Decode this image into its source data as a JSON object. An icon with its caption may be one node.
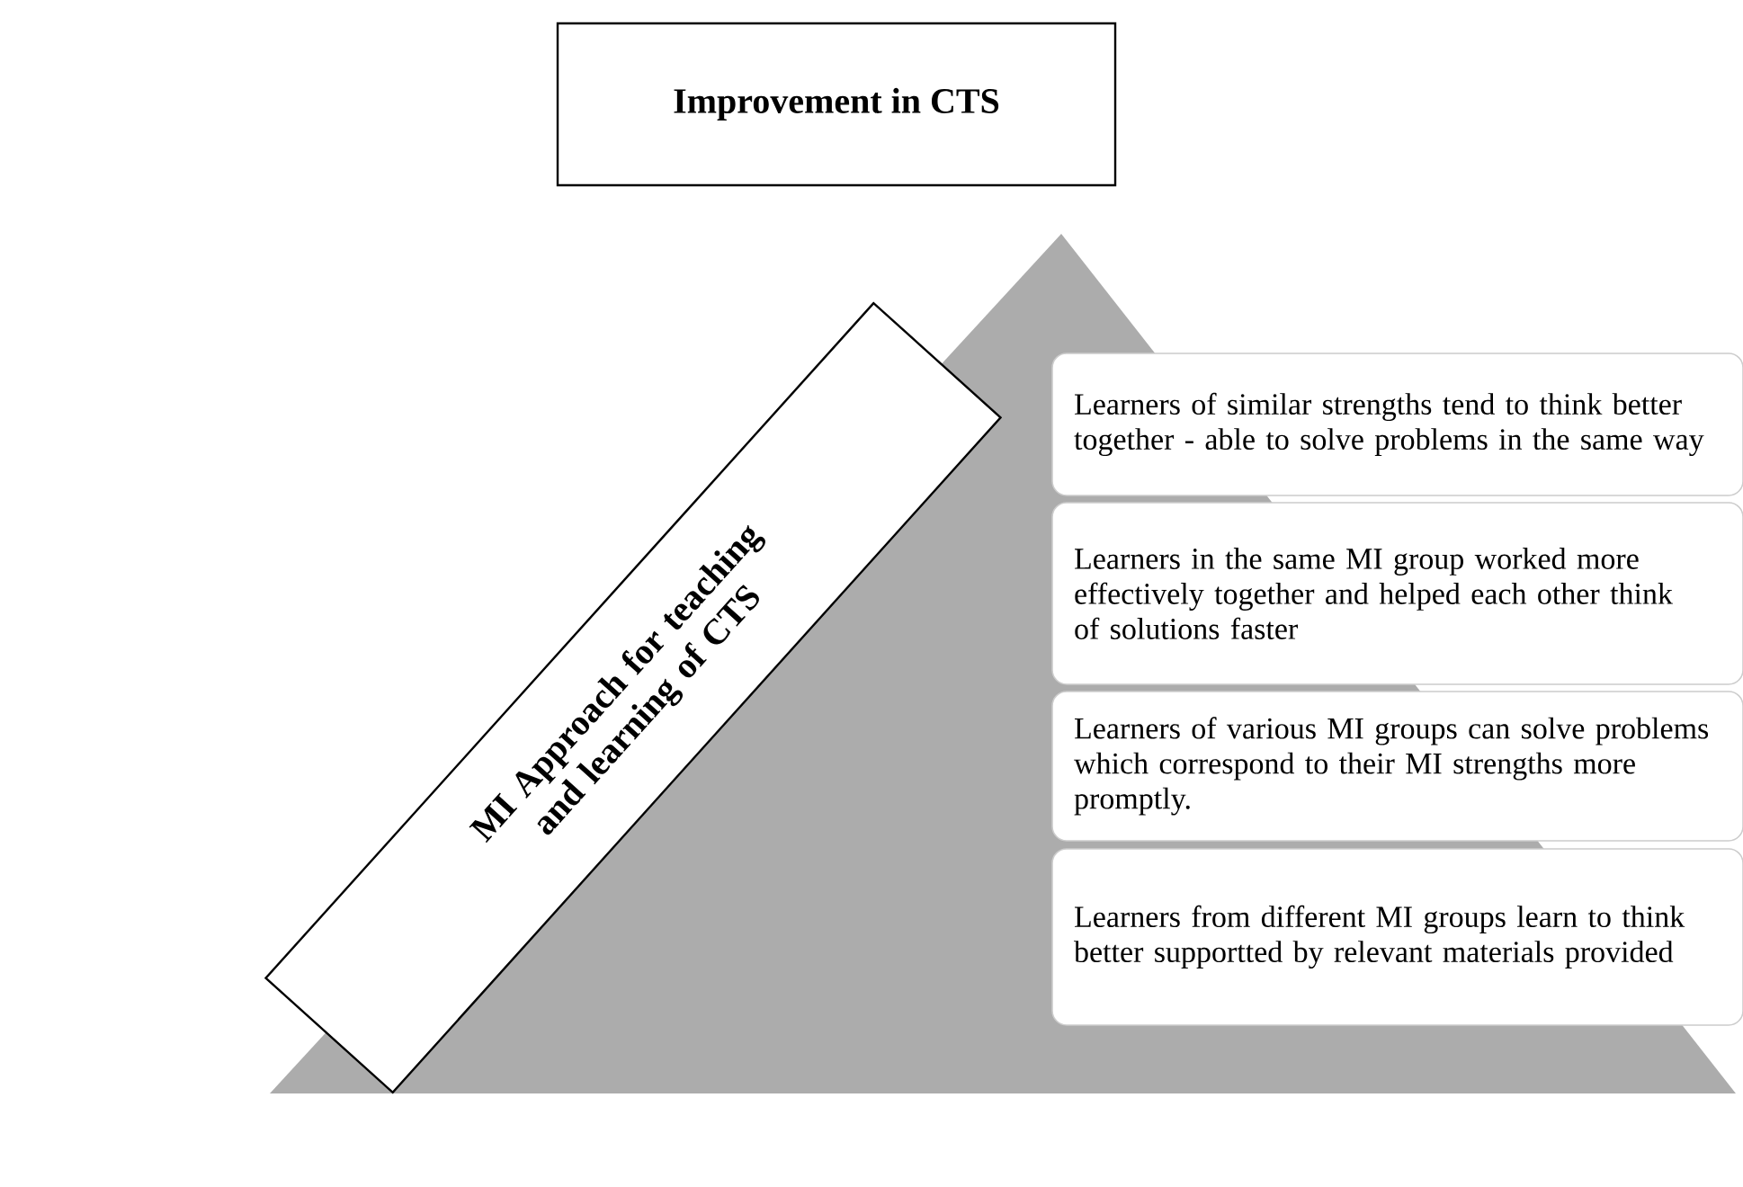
{
  "diagram": {
    "nodes": [
      {
        "text": [
          "Improvement in CTS"
        ]
      },
      {
        "text": [
          "MI Approach for teaching and learning of CTS"
        ]
      },
      {
        "text": [
          "Learners of similar strengths tend to think better together - able to solve problems in the same way"
        ]
      },
      {
        "text": [
          "Learners in the same MI group worked more effectively together and helped each other think of solutions faster"
        ]
      },
      {
        "text": [
          "Learners of various MI groups can solve problems which correspond to their MI strengths more promptly."
        ]
      },
      {
        "text": [
          "Learners from different MI groups learn to think better supportted by relevant materials provided"
        ]
      }
    ]
  }
}
